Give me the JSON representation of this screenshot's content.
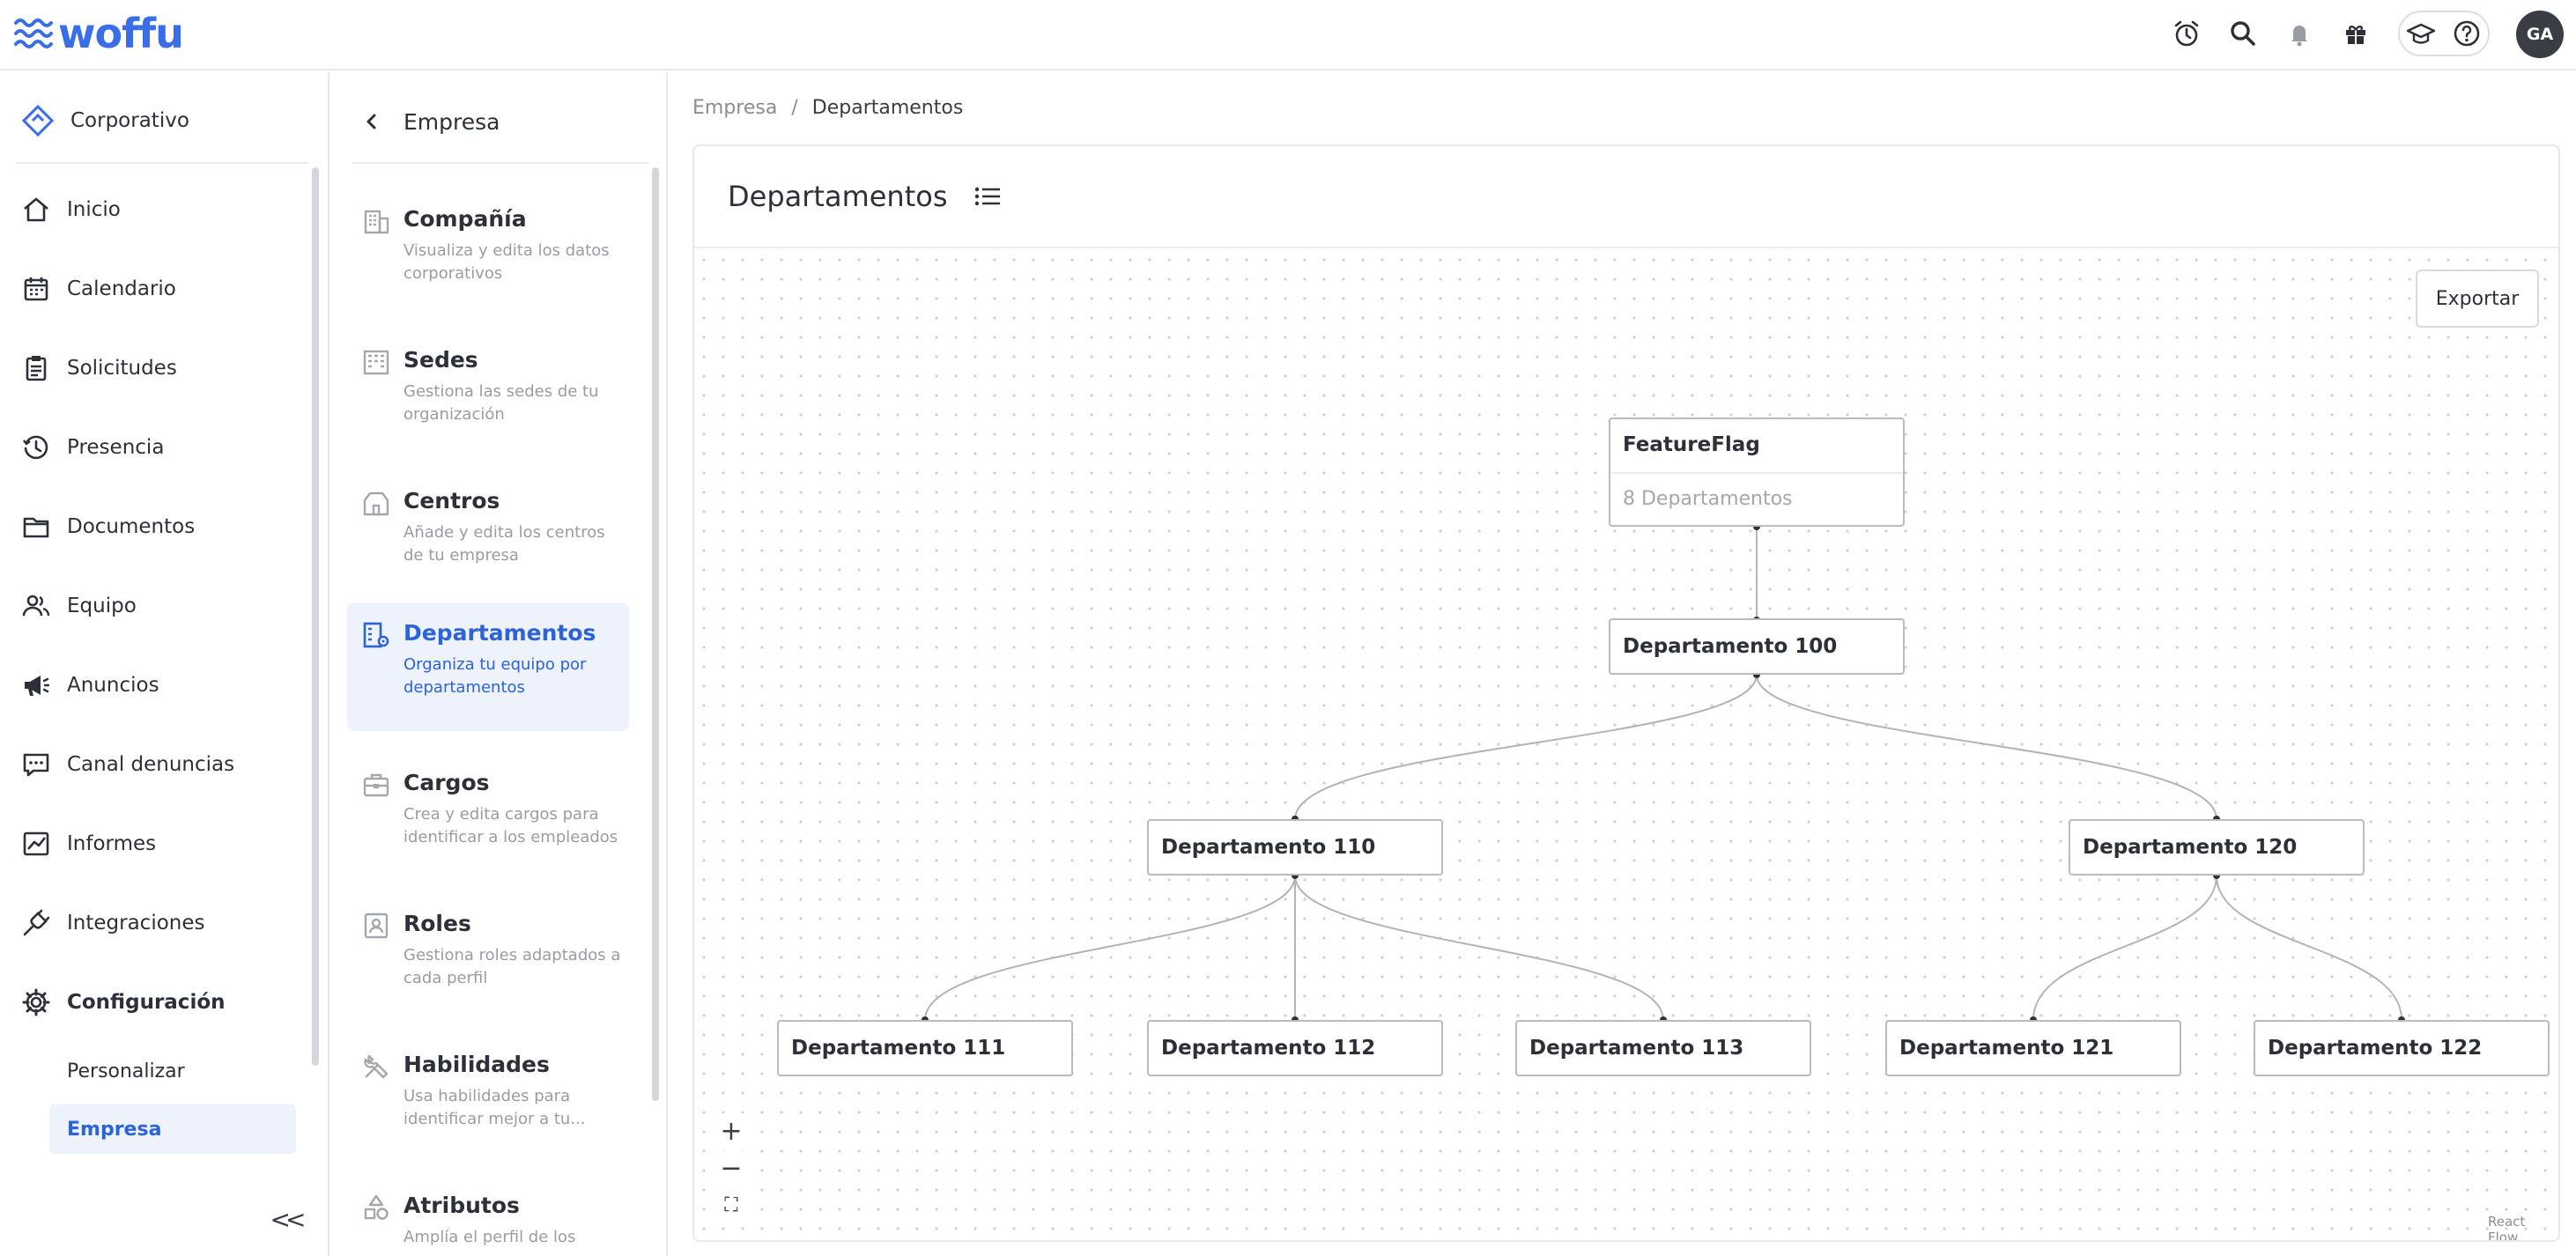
{
  "app": {
    "logo_text": "woffu"
  },
  "topbar": {
    "icons": [
      "alarm-clock-icon",
      "search-icon",
      "bell-icon",
      "gift-icon",
      "graduation-cap-icon",
      "help-icon"
    ],
    "avatar_initials": "GA"
  },
  "sidebar": {
    "company_switcher": "Corporativo",
    "items": [
      {
        "label": "Inicio",
        "icon": "home-icon"
      },
      {
        "label": "Calendario",
        "icon": "calendar-icon"
      },
      {
        "label": "Solicitudes",
        "icon": "clipboard-icon"
      },
      {
        "label": "Presencia",
        "icon": "clock-icon"
      },
      {
        "label": "Documentos",
        "icon": "folder-icon"
      },
      {
        "label": "Equipo",
        "icon": "people-icon"
      },
      {
        "label": "Anuncios",
        "icon": "megaphone-icon"
      },
      {
        "label": "Canal denuncias",
        "icon": "chat-icon"
      },
      {
        "label": "Informes",
        "icon": "chart-icon"
      },
      {
        "label": "Integraciones",
        "icon": "plug-icon"
      },
      {
        "label": "Configuración",
        "icon": "gear-icon"
      }
    ],
    "subitems": [
      {
        "label": "Personalizar"
      },
      {
        "label": "Empresa"
      }
    ],
    "collapse_label": "<<"
  },
  "panel": {
    "title": "Empresa",
    "items": [
      {
        "title": "Compañía",
        "desc": "Visualiza y edita los datos corporativos",
        "icon": "building-icon"
      },
      {
        "title": "Sedes",
        "desc": "Gestiona las sedes de tu organización",
        "icon": "buildings-icon"
      },
      {
        "title": "Centros",
        "desc": "Añade y edita los centros de tu empresa",
        "icon": "store-icon"
      },
      {
        "title": "Departamentos",
        "desc": "Organiza tu equipo por departamentos",
        "icon": "department-gear-icon"
      },
      {
        "title": "Cargos",
        "desc": "Crea y edita cargos para identificar a los empleados",
        "icon": "briefcase-icon"
      },
      {
        "title": "Roles",
        "desc": "Gestiona roles adaptados a cada perfil",
        "icon": "id-card-icon"
      },
      {
        "title": "Habilidades",
        "desc": "Usa habilidades para identificar mejor a tu...",
        "icon": "tools-icon"
      },
      {
        "title": "Atributos",
        "desc": "Amplía el perfil de los",
        "icon": "shapes-icon"
      }
    ]
  },
  "main": {
    "breadcrumb": [
      "Empresa",
      "/",
      "Departamentos"
    ],
    "title": "Departamentos",
    "view_icon": "list-icon",
    "export_label": "Exportar",
    "zoom_in": "+",
    "zoom_out": "−",
    "fit_view": "⛶",
    "attribution": "React Flow",
    "tree": {
      "root": {
        "name": "FeatureFlag",
        "count": "8 Departamentos"
      },
      "nodes": [
        "Departamento 100",
        "Departamento 110",
        "Departamento 120",
        "Departamento 111",
        "Departamento 112",
        "Departamento 113",
        "Departamento 121",
        "Departamento 122"
      ]
    }
  }
}
